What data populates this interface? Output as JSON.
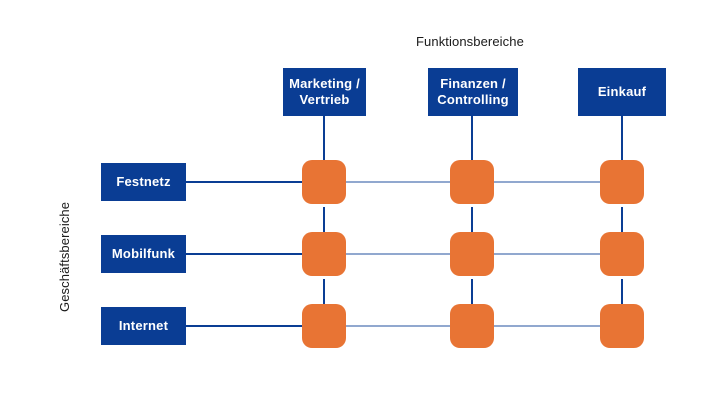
{
  "diagram": {
    "title_columns": "Funktionsbereiche",
    "title_rows": "Geschäftsbereiche",
    "colors": {
      "box_blue": "#0A3D94",
      "node_orange": "#E87434",
      "line_blue": "#0A3D94",
      "box_text": "#FFFFFF",
      "caption_text": "#1A1A1A",
      "background": "#FFFFFF"
    },
    "columns": [
      {
        "id": "marketing-vertrieb",
        "label": "Marketing / Vertrieb",
        "line1": "Marketing /",
        "line2": "Vertrieb"
      },
      {
        "id": "finanzen-controlling",
        "label": "Finanzen / Controlling",
        "line1": "Finanzen /",
        "line2": "Controlling"
      },
      {
        "id": "einkauf",
        "label": "Einkauf",
        "line1": "Einkauf",
        "line2": ""
      }
    ],
    "rows": [
      {
        "id": "festnetz",
        "label": "Festnetz"
      },
      {
        "id": "mobilfunk",
        "label": "Mobilfunk"
      },
      {
        "id": "internet",
        "label": "Internet"
      }
    ],
    "intersections": [
      {
        "row": "Festnetz",
        "column": "Marketing / Vertrieb"
      },
      {
        "row": "Festnetz",
        "column": "Finanzen / Controlling"
      },
      {
        "row": "Festnetz",
        "column": "Einkauf"
      },
      {
        "row": "Mobilfunk",
        "column": "Marketing / Vertrieb"
      },
      {
        "row": "Mobilfunk",
        "column": "Finanzen / Controlling"
      },
      {
        "row": "Mobilfunk",
        "column": "Einkauf"
      },
      {
        "row": "Internet",
        "column": "Marketing / Vertrieb"
      },
      {
        "row": "Internet",
        "column": "Finanzen / Controlling"
      },
      {
        "row": "Internet",
        "column": "Einkauf"
      }
    ]
  }
}
